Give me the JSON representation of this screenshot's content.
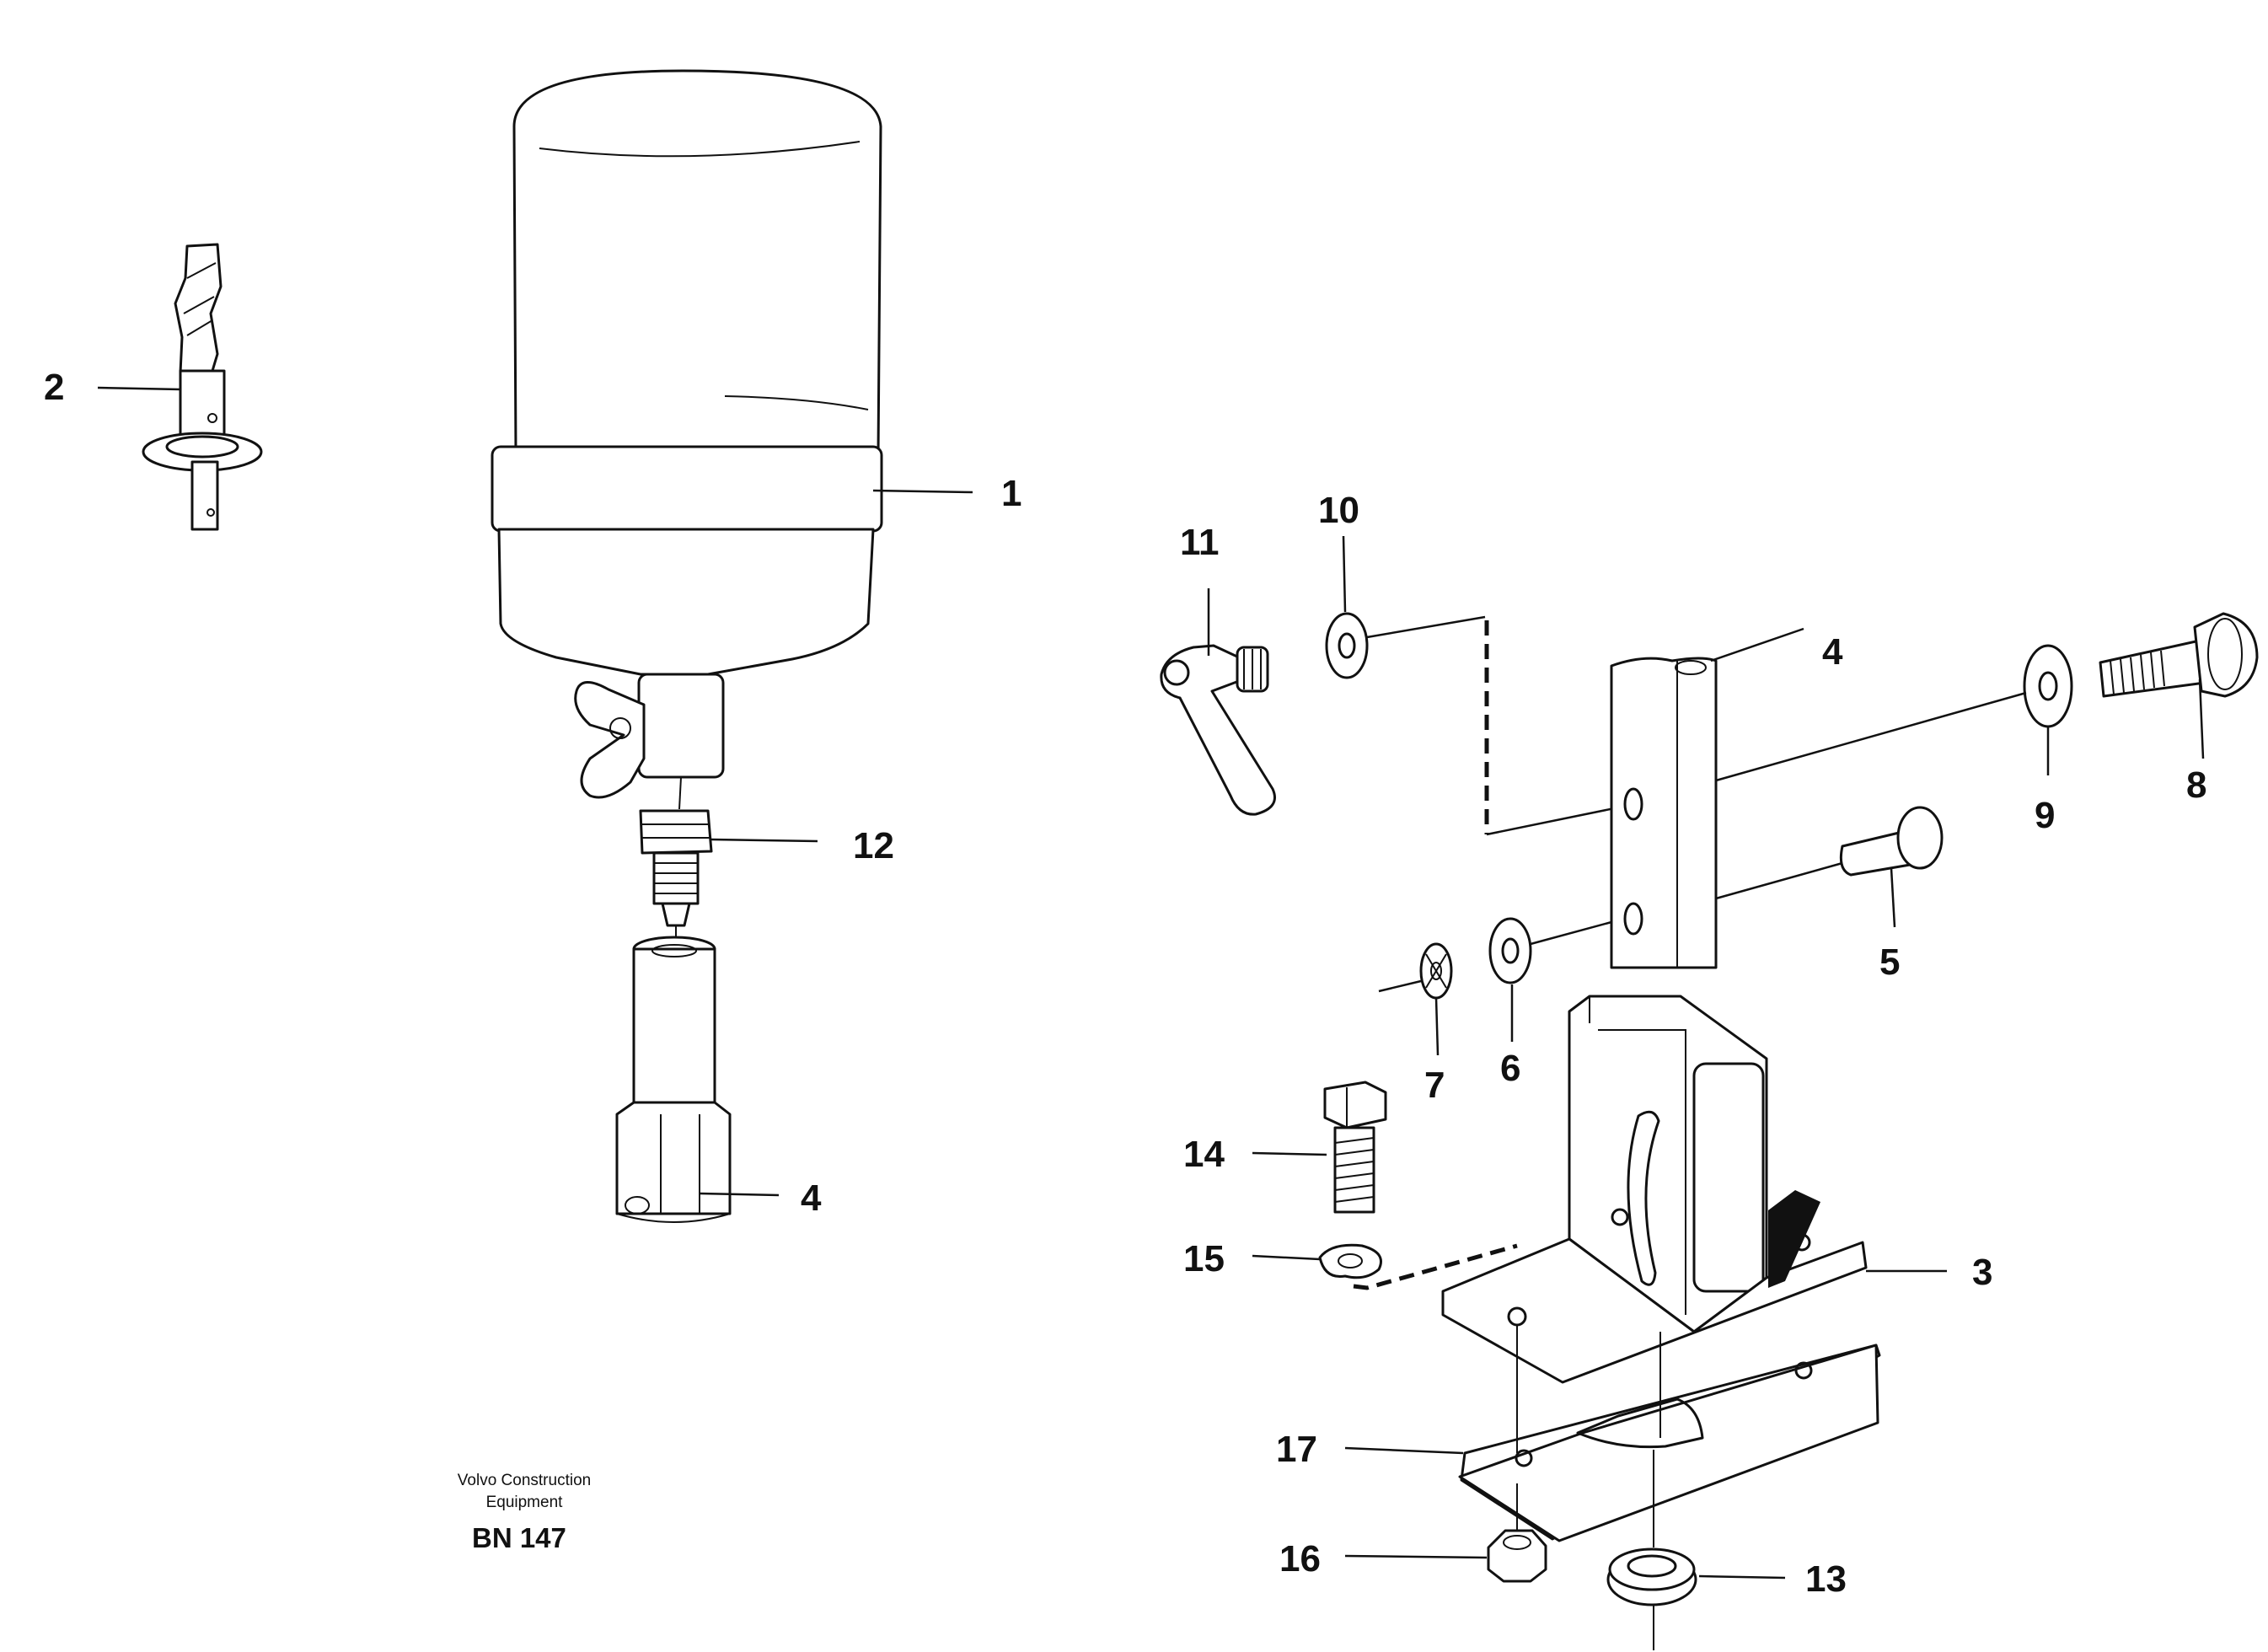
{
  "caption": {
    "company_line1": "Volvo Construction",
    "company_line2": "Equipment",
    "figure_code": "BN 147"
  },
  "callouts": {
    "c1": "1",
    "c2": "2",
    "c3": "3",
    "c4_upper": "4",
    "c4_lower": "4",
    "c5": "5",
    "c6": "6",
    "c7": "7",
    "c8": "8",
    "c9": "9",
    "c10": "10",
    "c11": "11",
    "c12": "12",
    "c13": "13",
    "c14": "14",
    "c15": "15",
    "c16": "16",
    "c17": "17"
  }
}
